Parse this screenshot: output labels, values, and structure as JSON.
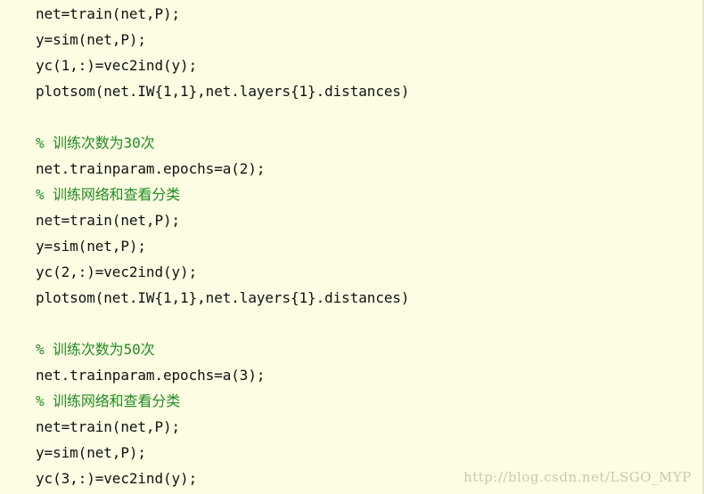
{
  "code": {
    "lines": [
      {
        "text": "net=train(net,P);",
        "kind": "code"
      },
      {
        "text": "y=sim(net,P);",
        "kind": "code"
      },
      {
        "text": "yc(1,:)=vec2ind(y);",
        "kind": "code"
      },
      {
        "text": "plotsom(net.IW{1,1},net.layers{1}.distances)",
        "kind": "code"
      },
      {
        "text": "",
        "kind": "blank"
      },
      {
        "text": "% 训练次数为30次",
        "kind": "comment"
      },
      {
        "text": "net.trainparam.epochs=a(2);",
        "kind": "code"
      },
      {
        "text": "% 训练网络和查看分类",
        "kind": "comment"
      },
      {
        "text": "net=train(net,P);",
        "kind": "code"
      },
      {
        "text": "y=sim(net,P);",
        "kind": "code"
      },
      {
        "text": "yc(2,:)=vec2ind(y);",
        "kind": "code"
      },
      {
        "text": "plotsom(net.IW{1,1},net.layers{1}.distances)",
        "kind": "code"
      },
      {
        "text": "",
        "kind": "blank"
      },
      {
        "text": "% 训练次数为50次",
        "kind": "comment"
      },
      {
        "text": "net.trainparam.epochs=a(3);",
        "kind": "code"
      },
      {
        "text": "% 训练网络和查看分类",
        "kind": "comment"
      },
      {
        "text": "net=train(net,P);",
        "kind": "code"
      },
      {
        "text": "y=sim(net,P);",
        "kind": "code"
      },
      {
        "text": "yc(3,:)=vec2ind(y);",
        "kind": "code"
      }
    ]
  },
  "watermark": {
    "text": "http://blog.csdn.net/LSGO_MYP"
  },
  "colors": {
    "background": "#fdfde3",
    "code_text": "#111111",
    "comment_text": "#228b22",
    "watermark_text": "#c8c8b8"
  }
}
